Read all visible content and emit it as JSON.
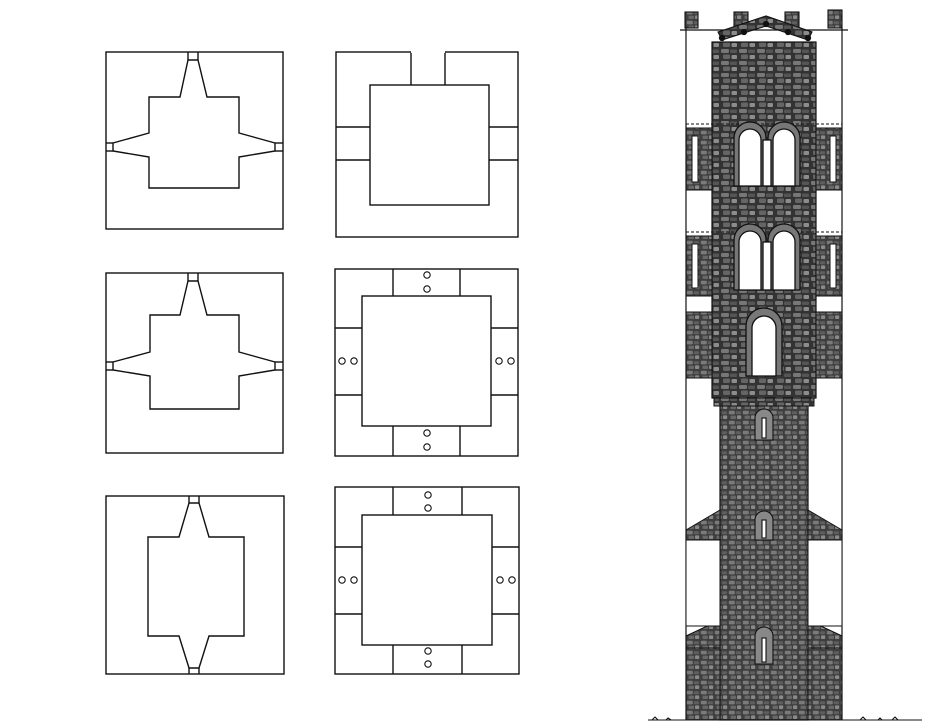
{
  "figure": {
    "kind": "architectural drawing",
    "colors": {
      "ink": "#111111",
      "masonry": "#3a3a3a",
      "masonry_light": "#6a6a6a",
      "paper": "#ffffff"
    },
    "plans": [
      {
        "id": "plan-cruciform-1",
        "shape": "cruciform"
      },
      {
        "id": "plan-piers-1",
        "shape": "piers",
        "holes": false
      },
      {
        "id": "plan-cruciform-2",
        "shape": "cruciform"
      },
      {
        "id": "plan-piers-2",
        "shape": "piers",
        "holes": true
      },
      {
        "id": "plan-vertical-cross",
        "shape": "vertical-cross"
      },
      {
        "id": "plan-piers-3",
        "shape": "piers",
        "holes": true
      }
    ],
    "elevation": {
      "id": "tower-elevation",
      "upper_storeys": 3,
      "lower_storeys": 3,
      "coupled_windows": 2,
      "single_arched_windows": 1,
      "slit_windows": 3
    }
  }
}
